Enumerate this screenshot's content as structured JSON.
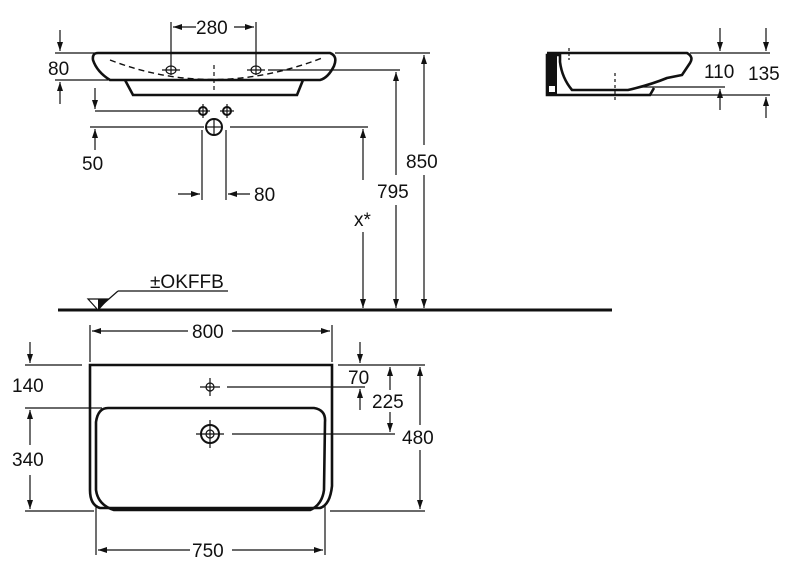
{
  "drawing": {
    "front_view": {
      "tap_hole_spacing": "280",
      "basin_height": "80",
      "waste_offset": "50",
      "waste_spacing": "80",
      "height_x": "x*",
      "height_795": "795",
      "height_850": "850",
      "floor_label": "±OKFFB"
    },
    "side_view": {
      "inner_depth": "110",
      "total_depth": "135"
    },
    "top_view": {
      "width_total": "800",
      "width_bowl": "750",
      "rear_rim": "140",
      "bowl_depth": "340",
      "tap_hole_offset": "70",
      "waste_offset": "225",
      "total_depth": "480"
    }
  }
}
